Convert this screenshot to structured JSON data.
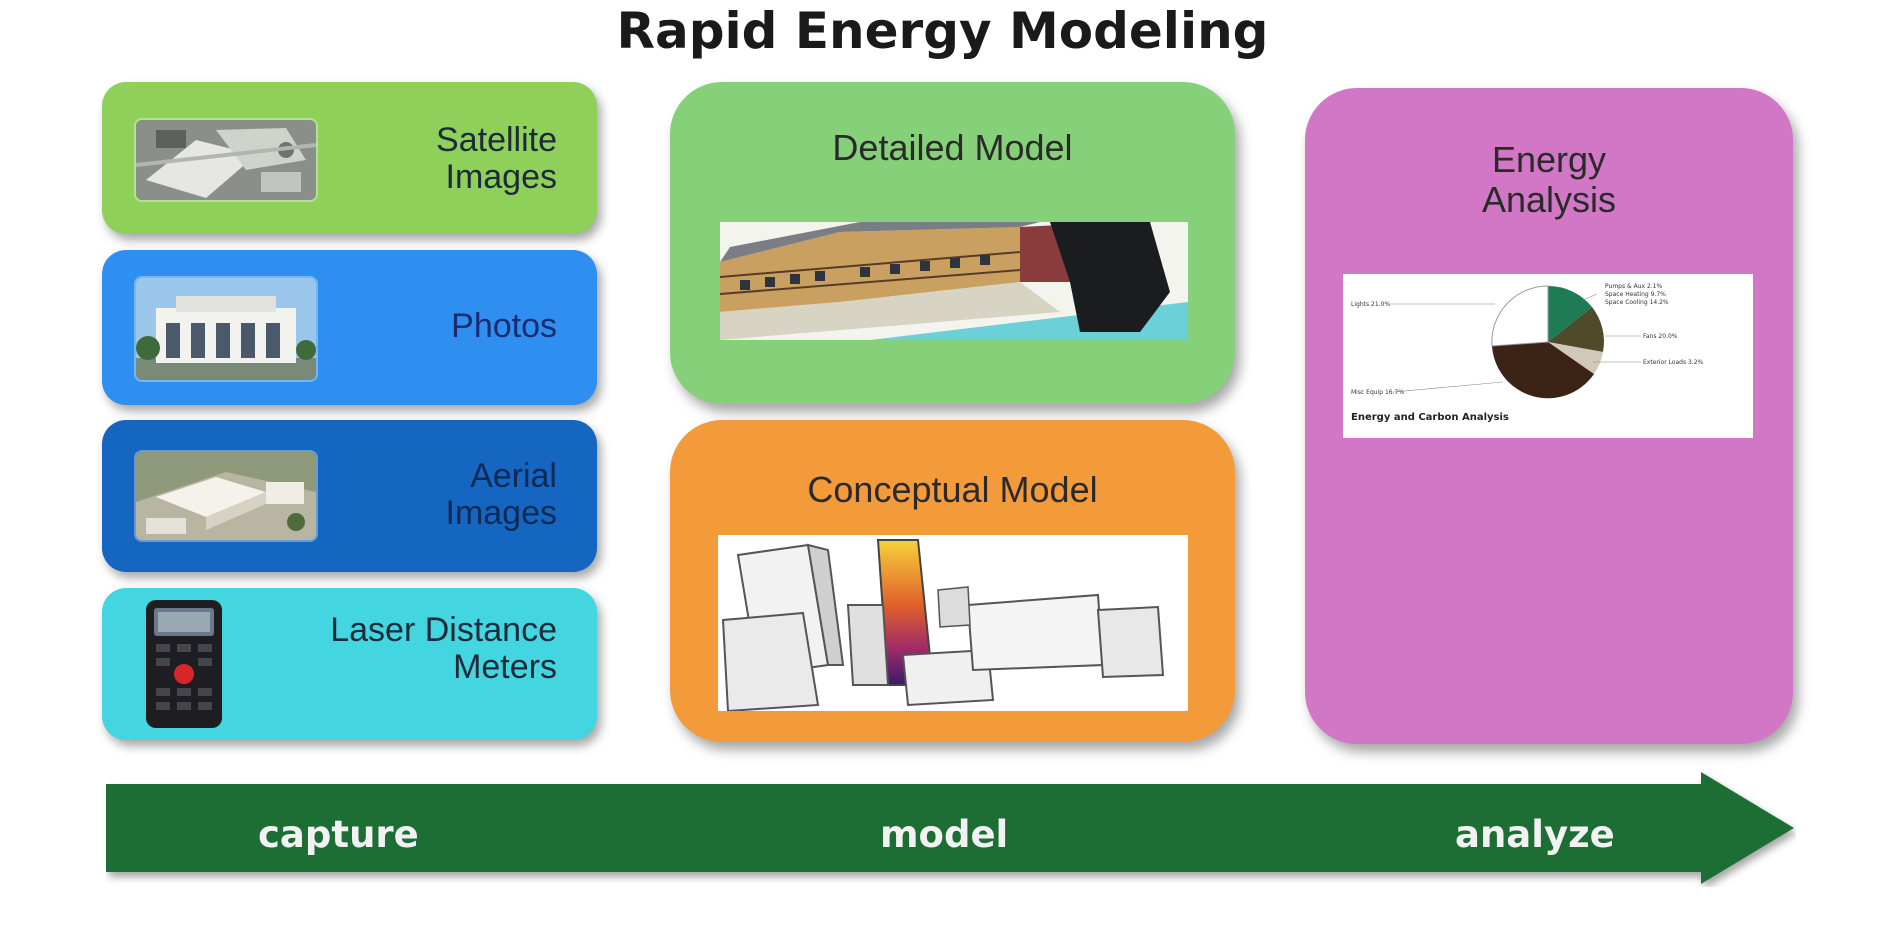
{
  "title": "Rapid Energy Modeling",
  "capture_items": [
    {
      "label": "Satellite Images",
      "icon": "satellite-image"
    },
    {
      "label": "Photos",
      "icon": "building-photo"
    },
    {
      "label": "Aerial Images",
      "icon": "aerial-photo"
    },
    {
      "label": "Laser Distance Meters",
      "icon": "laser-meter"
    }
  ],
  "models": {
    "detailed": "Detailed Model",
    "conceptual": "Conceptual Model"
  },
  "analysis": {
    "title": "Energy Analysis",
    "chart_caption": "Energy and Carbon Analysis",
    "slices": [
      {
        "label": "Pumps & Aux 2.1%",
        "color": "#0d6b4a"
      },
      {
        "label": "Space Heating 9.7%",
        "color": "#1f7b56"
      },
      {
        "label": "Space Cooling 14.2%",
        "color": "#4e4a2a"
      },
      {
        "label": "Fans 20.0%",
        "color": "#d0c8b8"
      },
      {
        "label": "Exterior Loads 3.2%",
        "color": "#3b2315"
      },
      {
        "label": "Misc Equip 16.7%",
        "color": "#5a3a24"
      },
      {
        "label": "Lights 21.0%",
        "color": "#ffffff"
      }
    ]
  },
  "stages": [
    "capture",
    "model",
    "analyze"
  ],
  "colors": {
    "satellite": "#8fd05a",
    "photos": "#2f8ff0",
    "aerial": "#1566c0",
    "laser": "#43d6e0",
    "detailed": "#86d07a",
    "conceptual": "#f39a3a",
    "analysis": "#d276c6",
    "arrow": "#1f6e35"
  }
}
